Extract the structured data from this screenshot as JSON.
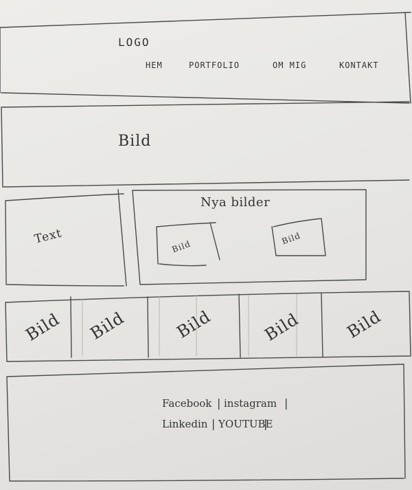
{
  "header": {
    "logo": "LOGO",
    "nav": [
      "HEM",
      "PORTFOLIO",
      "OM MIG",
      "KONTAKT"
    ]
  },
  "hero": {
    "label": "Bild"
  },
  "content": {
    "text_label": "Text",
    "new_images_title": "Nya bilder",
    "new_images": [
      "Bild",
      "Bild"
    ]
  },
  "gallery": {
    "items": [
      "Bild",
      "Bild",
      "Bild",
      "Bild",
      "Bild"
    ]
  },
  "footer": {
    "links_row1": [
      "Facebook",
      "instagram"
    ],
    "links_row2": [
      "Linkedin",
      "YOUTUBE"
    ],
    "separator": "|"
  }
}
